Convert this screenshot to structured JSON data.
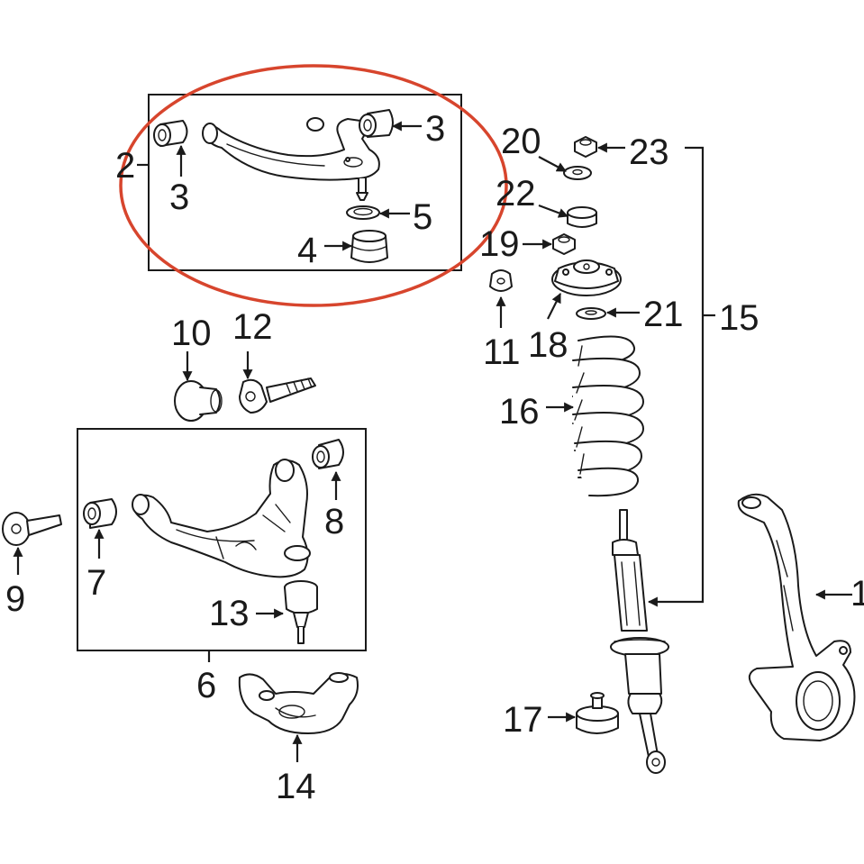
{
  "highlight_color": "#d7452d",
  "line_color": "#1a1a1a",
  "callouts": {
    "c1": "1",
    "c2": "2",
    "c3a": "3",
    "c3b": "3",
    "c4": "4",
    "c5": "5",
    "c6": "6",
    "c7": "7",
    "c8": "8",
    "c9": "9",
    "c10": "10",
    "c11": "11",
    "c12": "12",
    "c13": "13",
    "c14": "14",
    "c15": "15",
    "c16": "16",
    "c17": "17",
    "c18": "18",
    "c19": "19",
    "c20": "20",
    "c21": "21",
    "c22": "22",
    "c23": "23"
  }
}
